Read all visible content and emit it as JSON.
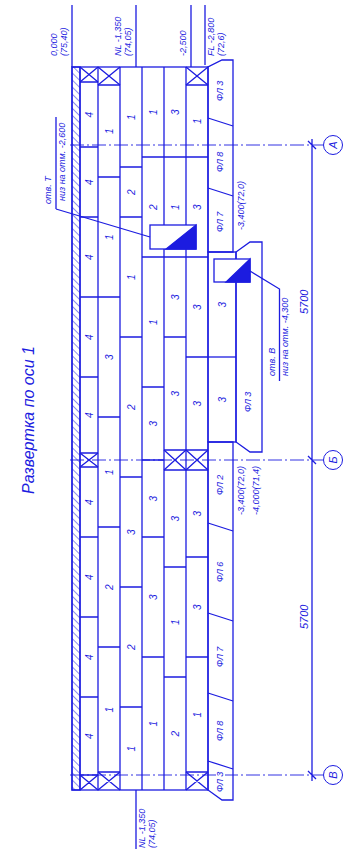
{
  "diagram": {
    "title": "Развертка по оси 1",
    "nodes": [
      {
        "text": [
          "В"
        ]
      },
      {
        "text": [
          "Б"
        ]
      },
      {
        "text": [
          "А"
        ]
      }
    ],
    "labels": [
      "0,000 (75,40)",
      "NL -1,350 (74,05)",
      "-2,500",
      "FL -2,800 (72,6)",
      "NL -1,350 (74,05)",
      "отв. Т",
      "низ на отм. -2,600",
      "отв. В",
      "низ на отм. -4,300",
      "-3,400(72,0)",
      "-3,400(72,0)",
      "-4,000(71,4)",
      "5700",
      "5700",
      "ФЛ 3",
      "ФЛ 8",
      "ФЛ 7",
      "ФЛ 6",
      "ФЛ 2",
      "ФЛ 3",
      "ФЛ 7",
      "ФЛ 8",
      "ФЛ 3",
      "4",
      "4",
      "4",
      "4",
      "4",
      "4",
      "4",
      "4",
      "4",
      "1",
      "2",
      "1",
      "3",
      "1",
      "1",
      "1",
      "2",
      "3",
      "2",
      "1",
      "2",
      "1",
      "1",
      "3",
      "3",
      "3",
      "1",
      "2",
      "1",
      "2",
      "1",
      "3",
      "3",
      "3",
      "1",
      "3",
      "1",
      "3",
      "3",
      "3",
      "3",
      "3",
      "1",
      "3",
      "3"
    ]
  }
}
